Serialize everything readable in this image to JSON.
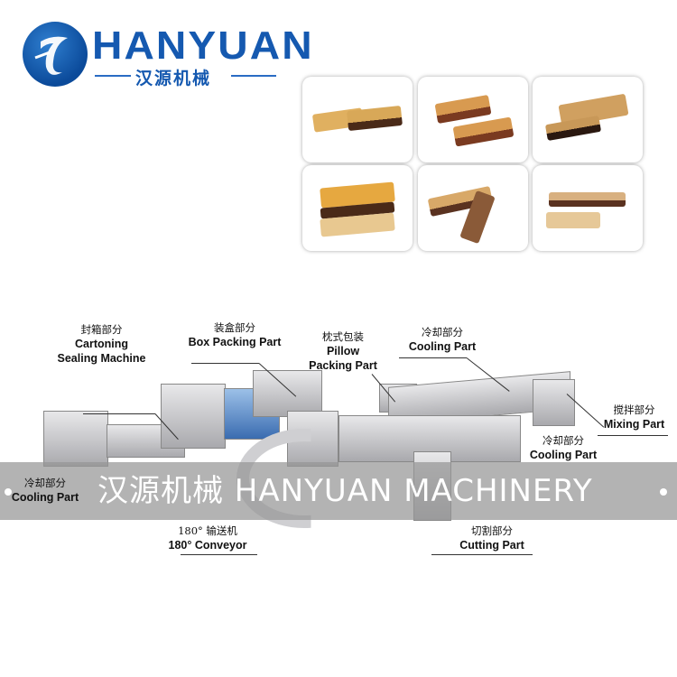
{
  "logo": {
    "brand": "HANYUAN",
    "brand_cn": "汉源机械",
    "monogram": "HY"
  },
  "product_photos": [
    "cereal-bar-1",
    "cereal-bar-2",
    "cereal-bar-3",
    "cereal-bar-4",
    "cereal-bar-5",
    "cereal-bar-6"
  ],
  "labels": {
    "cartoning": {
      "cn": "封箱部分",
      "en1": "Cartoning",
      "en2": "Sealing Machine"
    },
    "box_packing": {
      "cn": "装盒部分",
      "en": "Box Packing Part"
    },
    "pillow": {
      "cn": "枕式包装",
      "en1": "Pillow",
      "en2": "Packing Part"
    },
    "cooling_top": {
      "cn": "冷却部分",
      "en": "Cooling Part"
    },
    "mixing": {
      "cn": "搅拌部分",
      "en": "Mixing Part"
    },
    "cooling_right": {
      "cn": "冷却部分",
      "en": "Cooling Part"
    },
    "cooling_left": {
      "cn": "冷却部分",
      "en": "Cooling Part"
    },
    "cutting": {
      "cn": "切割部分",
      "en": "Cutting Part"
    },
    "conveyor": {
      "cn": "180° 输送机",
      "en": "180° Conveyor"
    }
  },
  "watermark": {
    "text": "汉源机械  HANYUAN MACHINERY"
  },
  "colors": {
    "brand_blue": "#1559b0",
    "banner": "#969696"
  }
}
